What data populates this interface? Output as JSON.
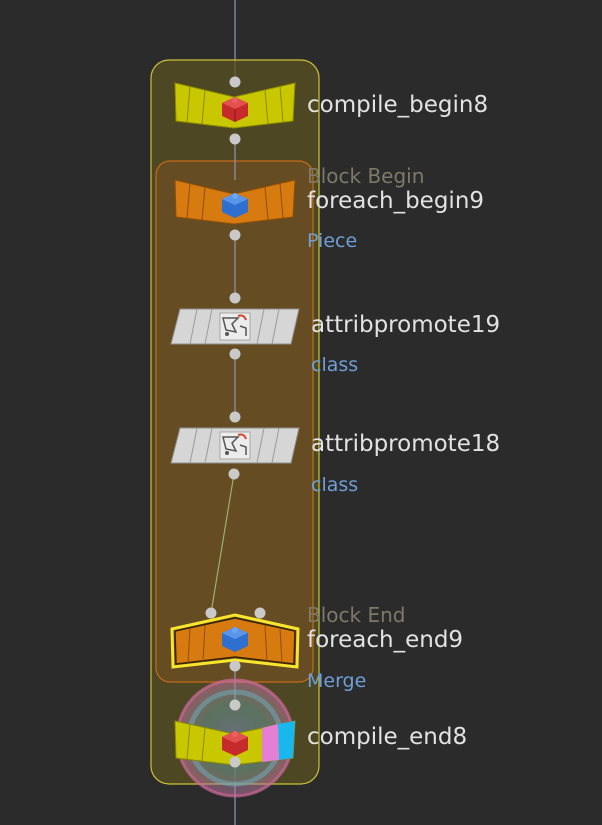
{
  "colors": {
    "background": "#2b2b2b",
    "wire": "#8a99b5",
    "compile_block_fill": "#595121",
    "compile_block_border": "#cdc23a",
    "foreach_block_fill": "#6b4e22",
    "foreach_block_border": "#c76a17",
    "compile_node": "#c9c800",
    "foreach_node": "#d77a0f",
    "attrib_node": "#d6d6d6",
    "label_text": "#e2e2e2",
    "sub_text": "#6f9fd6",
    "caption_text": "#7e7a6a",
    "selected_outline": "#f7e62b"
  },
  "nodes": {
    "compile_begin": {
      "name": "compile_begin8",
      "icon": "red-cube-icon"
    },
    "foreach_begin": {
      "caption": "Block Begin",
      "name": "foreach_begin9",
      "sub": "Piece",
      "icon": "blue-cube-icon"
    },
    "attribpromote19": {
      "name": "attribpromote19",
      "sub": "class",
      "icon": "attribpromote-icon"
    },
    "attribpromote18": {
      "name": "attribpromote18",
      "sub": "class",
      "icon": "attribpromote-icon"
    },
    "foreach_end": {
      "caption": "Block End",
      "name": "foreach_end9",
      "sub": "Merge",
      "icon": "blue-cube-icon"
    },
    "compile_end": {
      "name": "compile_end8",
      "icon": "red-cube-icon"
    }
  }
}
